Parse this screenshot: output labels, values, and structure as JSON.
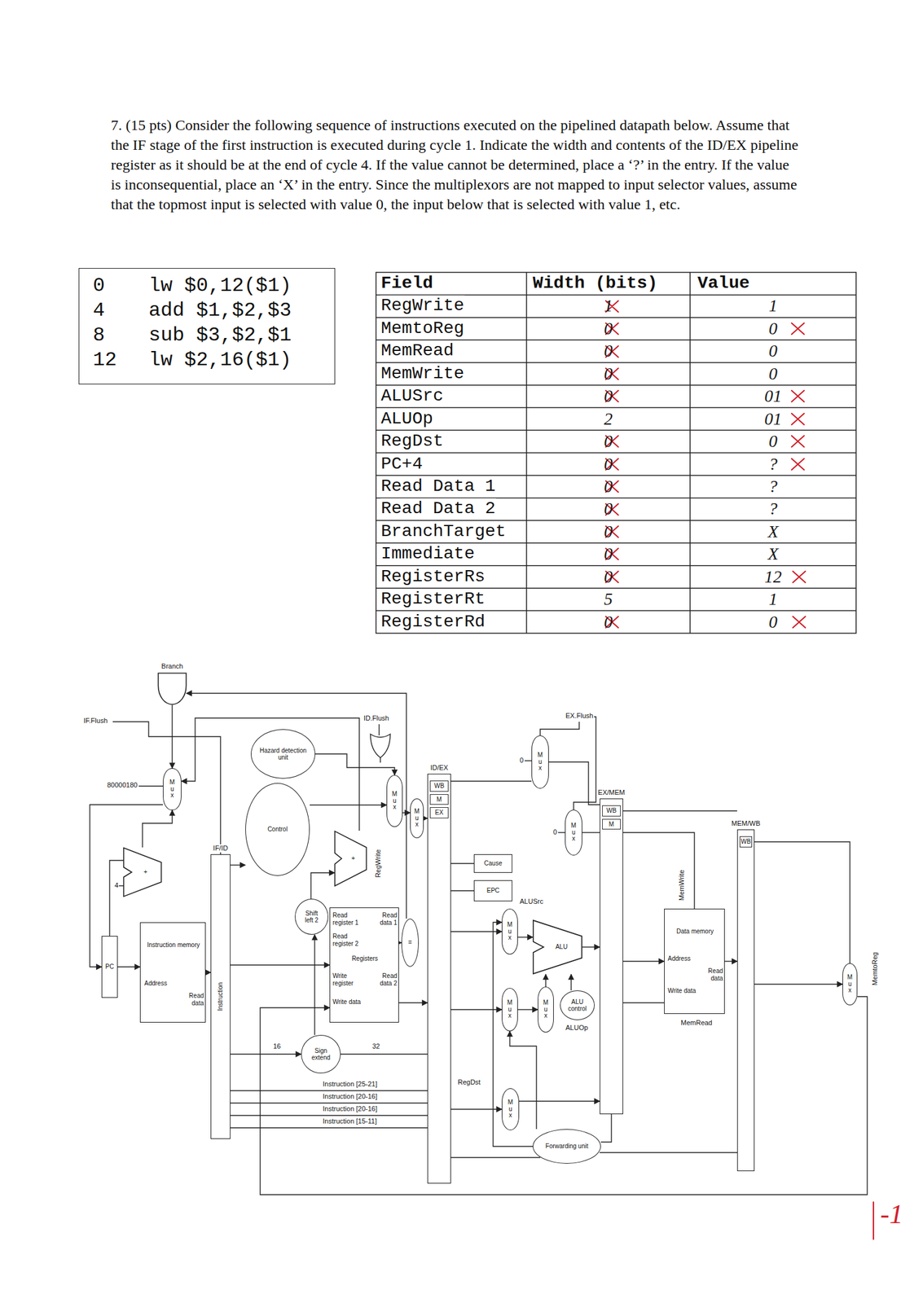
{
  "diagram": {
    "nodes": [
      {
        "text": [
          "0",
          "lw $0,12($1)",
          "4",
          "add $1,$2,$3",
          "8",
          "sub $3,$2,$1",
          "12",
          "lw $2,16($1)"
        ]
      },
      {
        "text": [
          "Branch"
        ]
      },
      {
        "text": [
          "M u x"
        ]
      },
      {
        "text": [
          "Hazard detection unit"
        ]
      },
      {
        "text": [
          "Control"
        ]
      },
      {
        "text": [
          "+"
        ]
      },
      {
        "text": [
          "PC"
        ]
      },
      {
        "text": [
          "Instruction memory",
          "Address",
          "Read data"
        ]
      },
      {
        "text": [
          "IF/ID",
          "Instruction"
        ]
      },
      {
        "text": [
          "+"
        ]
      },
      {
        "text": [
          "Shift left 2"
        ]
      },
      {
        "text": [
          "Read register 1",
          "Read data 1",
          "Read register 2",
          "Registers",
          "Write register",
          "Read data 2",
          "Write data"
        ]
      },
      {
        "text": [
          "="
        ]
      },
      {
        "text": [
          "Sign extend"
        ]
      },
      {
        "text": [
          "M u x"
        ]
      },
      {
        "text": [
          "M u x"
        ]
      },
      {
        "text": [
          "ID/EX",
          "WB",
          "M",
          "EX"
        ]
      },
      {
        "text": [
          "Cause"
        ]
      },
      {
        "text": [
          "EPC"
        ]
      },
      {
        "text": [
          "M u x"
        ]
      },
      {
        "text": [
          "M u x"
        ]
      },
      {
        "text": [
          "EX/MEM",
          "WB",
          "M"
        ]
      },
      {
        "text": [
          "M u x"
        ]
      },
      {
        "text": [
          "M u x"
        ]
      },
      {
        "text": [
          "M u x"
        ]
      },
      {
        "text": [
          "ALU"
        ]
      },
      {
        "text": [
          "ALU control"
        ]
      },
      {
        "text": [
          "M u x"
        ]
      },
      {
        "text": [
          "Forwarding unit"
        ]
      },
      {
        "text": [
          "Data memory",
          "Address",
          "Read data",
          "Write data"
        ]
      },
      {
        "text": [
          "MEM/WB",
          "WB"
        ]
      },
      {
        "text": [
          "M u x"
        ]
      }
    ],
    "edges": [
      {
        "from": 6,
        "to": 7,
        "arrow": "to"
      },
      {
        "from": 7,
        "to": 8,
        "arrow": "to"
      },
      {
        "from": 2,
        "to": 6,
        "arrow": "to"
      },
      {
        "from": 5,
        "to": 2,
        "arrow": "to"
      },
      {
        "from": 8,
        "to": 11,
        "arrow": "to"
      },
      {
        "from": 8,
        "to": 4,
        "arrow": "to"
      },
      {
        "from": 8,
        "to": 13,
        "arrow": "to"
      },
      {
        "from": 13,
        "to": 10,
        "arrow": "to"
      },
      {
        "from": 10,
        "to": 9,
        "arrow": "to"
      },
      {
        "from": 9,
        "to": 2,
        "arrow": "to"
      },
      {
        "from": 11,
        "to": 12,
        "arrow": "to"
      },
      {
        "from": 12,
        "to": 1,
        "arrow": "to"
      },
      {
        "from": 1,
        "to": 2,
        "arrow": "to"
      },
      {
        "from": 3,
        "to": 14,
        "arrow": "to"
      },
      {
        "from": 4,
        "to": 14,
        "arrow": "to"
      },
      {
        "from": 14,
        "to": 15,
        "arrow": "to"
      },
      {
        "from": 15,
        "to": 16,
        "arrow": "to"
      },
      {
        "from": 11,
        "to": 16,
        "arrow": "to"
      },
      {
        "from": 16,
        "to": 22,
        "arrow": "to"
      },
      {
        "from": 16,
        "to": 23,
        "arrow": "to"
      },
      {
        "from": 23,
        "to": 24,
        "arrow": "to"
      },
      {
        "from": 22,
        "to": 25,
        "arrow": "to"
      },
      {
        "from": 24,
        "to": 25,
        "arrow": "to"
      },
      {
        "from": 26,
        "to": 25,
        "arrow": "to"
      },
      {
        "from": 25,
        "to": 21,
        "arrow": "to"
      },
      {
        "from": 16,
        "to": 27,
        "arrow": "to"
      },
      {
        "from": 27,
        "to": 21,
        "arrow": "to"
      },
      {
        "from": 21,
        "to": 29,
        "arrow": "to"
      },
      {
        "from": 29,
        "to": 30,
        "arrow": "to"
      },
      {
        "from": 30,
        "to": 31,
        "arrow": "to"
      },
      {
        "from": 28,
        "to": 22,
        "arrow": "to"
      },
      {
        "from": 28,
        "to": 23,
        "arrow": "to"
      },
      {
        "from": 31,
        "to": 11,
        "arrow": "to"
      }
    ],
    "labels": [
      "7. (15 pts) Consider the following sequence of instructions executed on the pipelined datapath below. Assume that the IF stage of the first instruction is executed during cycle 1. Indicate the width and contents of the ID/EX pipeline register as it should be at the end of cycle 4. If the value cannot be determined, place a ‘?’ in the entry. If the value is inconsequential, place an ‘X’ in the entry. Since the multiplexors are not mapped to input selector values, assume that the topmost input is selected with value 0, the input below that is selected with value 1, etc.",
      "Field",
      "Width (bits)",
      "Value",
      "RegWrite",
      "MemtoReg",
      "MemRead",
      "MemWrite",
      "ALUSrc",
      "ALUOp",
      "RegDst",
      "PC+4",
      "Read Data 1",
      "Read Data 2",
      "BranchTarget",
      "Immediate",
      "RegisterRs",
      "RegisterRt",
      "RegisterRd",
      "1",
      "0",
      "0",
      "0",
      "0",
      "2",
      "0",
      "0",
      "0",
      "0",
      "0",
      "0",
      "0",
      "5",
      "0",
      "1",
      "0",
      "0",
      "0",
      "01",
      "01",
      "0",
      "?",
      "?",
      "?",
      "X",
      "X",
      "12",
      "1",
      "0",
      "IF.Flush",
      "ID.Flush",
      "EX.Flush",
      "80000180",
      "4",
      "16",
      "32",
      "Instruction [25-21]",
      "Instruction [20-16]",
      "Instruction [20-16]",
      "Instruction [15-11]",
      "RegWrite",
      "ALUSrc",
      "ALUOp",
      "MemWrite",
      "MemRead",
      "MemtoReg",
      "RegDst",
      "0",
      "0",
      "-1"
    ]
  }
}
